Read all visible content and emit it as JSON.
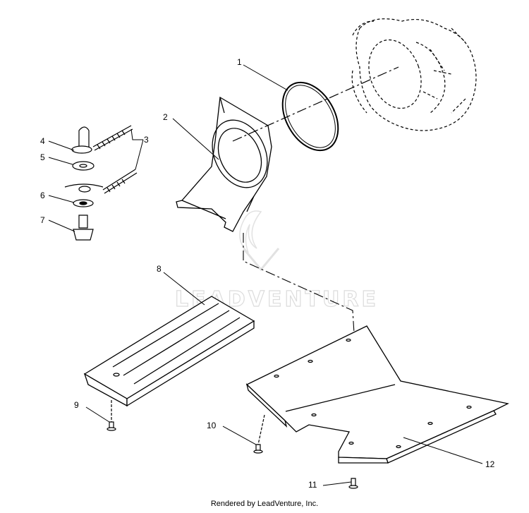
{
  "callouts": [
    {
      "id": "1",
      "text": "1"
    },
    {
      "id": "2",
      "text": "2"
    },
    {
      "id": "3",
      "text": "3"
    },
    {
      "id": "4",
      "text": "4"
    },
    {
      "id": "5",
      "text": "5"
    },
    {
      "id": "6",
      "text": "6"
    },
    {
      "id": "7",
      "text": "7"
    },
    {
      "id": "8",
      "text": "8"
    },
    {
      "id": "9",
      "text": "9"
    },
    {
      "id": "10",
      "text": "10"
    },
    {
      "id": "11",
      "text": "11"
    },
    {
      "id": "12",
      "text": "12"
    }
  ],
  "watermark": "LEADVENTURE",
  "credit": "Rendered by LeadVenture, Inc."
}
